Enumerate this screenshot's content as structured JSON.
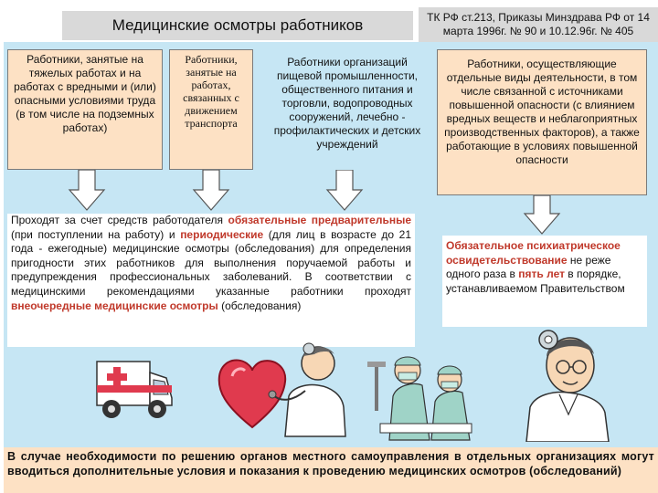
{
  "header": {
    "title": "Медицинские  осмотры  работников",
    "law_ref": "ТК РФ ст.213, Приказы Минздрава РФ от 14 марта 1996г. № 90 и 10.12.96г. № 405"
  },
  "categories": [
    {
      "text": "Работники, занятые на тяжелых работах и на работах с вредными и (или) опасными условиями труда (в том числе на подземных работах)"
    },
    {
      "text": "Работники, занятые на работах, связанных с движением транспорта"
    },
    {
      "text": "Работники организаций пищевой промышленности, общественного питания и торговли, водопроводных сооружений, лечебно - профилактических и детских учреждений"
    },
    {
      "text": "Работники, осуществляющие отдельные виды деятельности, в том числе связанной с источниками повышенной опасности (с влиянием вредных веществ и неблагоприятных производственных факторов), а также работающие в условиях повышенной опасности"
    }
  ],
  "main_text": {
    "p1": "Проходят  за  счет  средств  работодателя ",
    "p1_hl": "обязательные предварительные",
    "p2": " (при поступлении на работу) и ",
    "p2_hl": "периодические",
    "p3": " (для лиц в возрасте до 21 года - ежегодные) медицинские осмотры (обследования) для определения пригодности этих работников для выполнения поручаемой работы и предупреждения профессиональных заболеваний. В соответствии с медицинскими рекомендациями указанные работники проходят ",
    "p3_hl": "внеочередные медицинские осмотры",
    "p4": " (обследования)"
  },
  "right_text": {
    "hl": "Обязательное психиатрическое освидетельствование",
    "t1": " не реже одного раза в ",
    "hl2": "пять лет",
    "t2": " в порядке, устанавливаемом Правительством"
  },
  "footer": {
    "text": "В случае необходимости по решению органов местного самоуправления в отдельных организациях могут вводиться дополнительные условия и показания к проведению медицинских осмотров (обследований)"
  },
  "colors": {
    "panel": "#c6e6f4",
    "box": "#fde1c4",
    "highlight": "#c0392b",
    "heart": "#e03a4e"
  },
  "icons": [
    "ambulance-icon",
    "heart-icon",
    "doctor-icon",
    "surgeons-icon",
    "doctor-portrait-icon"
  ]
}
